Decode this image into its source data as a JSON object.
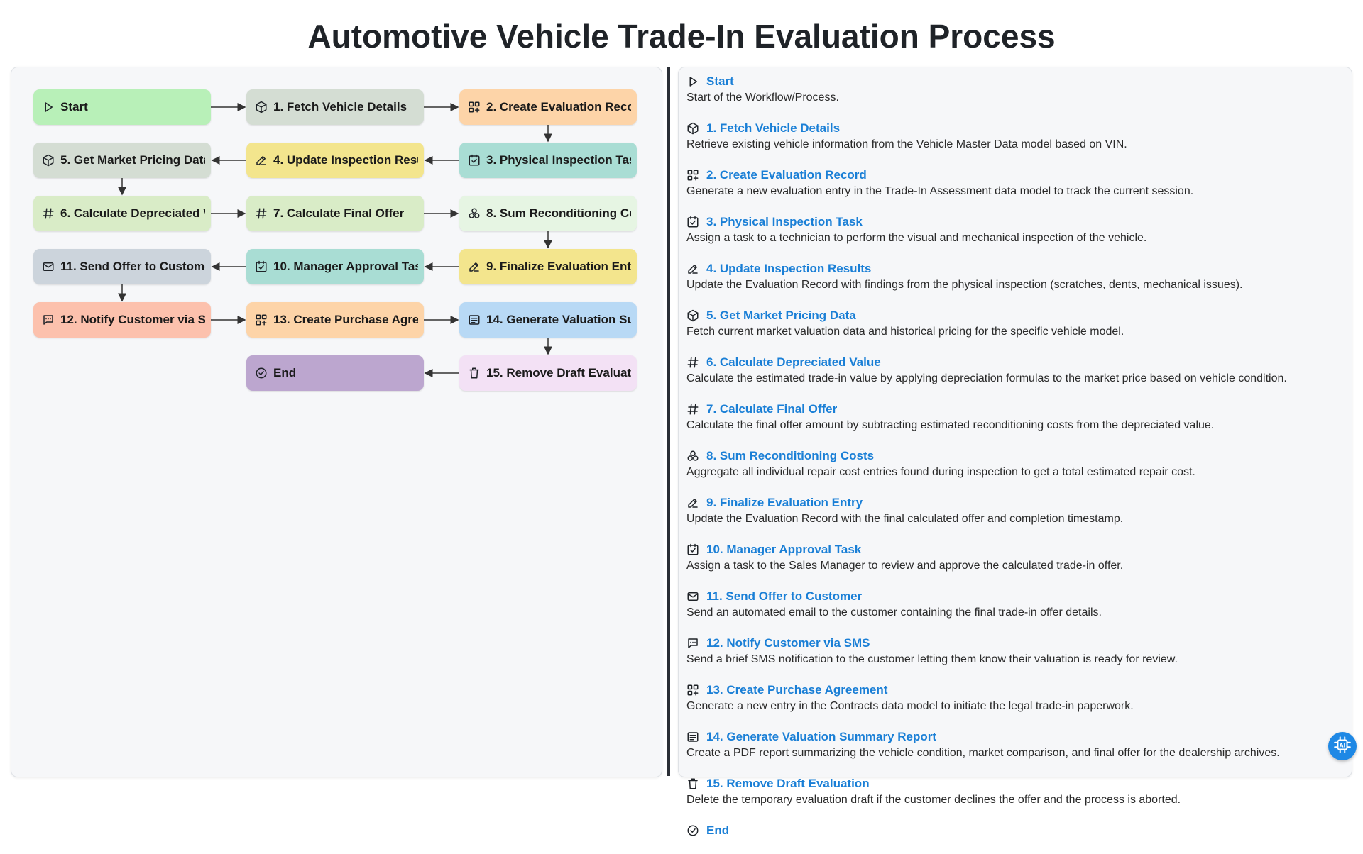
{
  "title": "Automotive Vehicle Trade-In Evaluation Process",
  "colors": {
    "link": "#1a7fd6",
    "green": "#b8f0b8",
    "grey_green": "#d4ddd3",
    "peach": "#fdd4a8",
    "teal": "#a9ddd4",
    "yellow": "#f3e58d",
    "light_green": "#d9ecc7",
    "mint": "#e6f5e3",
    "slate": "#ccd4dc",
    "salmon": "#fcc1ad",
    "light_blue": "#b8d9f5",
    "pink": "#f3e1f5",
    "purple": "#bca6cf",
    "accent": "#1e88e5"
  },
  "nodes": [
    {
      "id": "start",
      "label": "Start",
      "icon": "play-icon",
      "color": "#b8f0b8"
    },
    {
      "id": "n1",
      "label": "1. Fetch Vehicle Details",
      "icon": "cube-icon",
      "color": "#d4ddd3"
    },
    {
      "id": "n2",
      "label": "2. Create Evaluation Record",
      "icon": "grid-plus-icon",
      "color": "#fdd4a8"
    },
    {
      "id": "n3",
      "label": "3. Physical Inspection Task",
      "icon": "checkbox-icon",
      "color": "#a9ddd4"
    },
    {
      "id": "n4",
      "label": "4. Update Inspection Results",
      "icon": "edit-icon",
      "color": "#f3e58d"
    },
    {
      "id": "n5",
      "label": "5. Get Market Pricing Data",
      "icon": "cube-icon",
      "color": "#d4ddd3"
    },
    {
      "id": "n6",
      "label": "6. Calculate Depreciated Value",
      "icon": "hash-icon",
      "color": "#d9ecc7"
    },
    {
      "id": "n7",
      "label": "7. Calculate Final Offer",
      "icon": "hash-icon",
      "color": "#d9ecc7"
    },
    {
      "id": "n8",
      "label": "8. Sum Reconditioning Costs",
      "icon": "cluster-icon",
      "color": "#e6f5e3"
    },
    {
      "id": "n9",
      "label": "9. Finalize Evaluation Entry",
      "icon": "edit-icon",
      "color": "#f3e58d"
    },
    {
      "id": "n10",
      "label": "10. Manager Approval Task",
      "icon": "checkbox-icon",
      "color": "#a9ddd4"
    },
    {
      "id": "n11",
      "label": "11. Send Offer to Customer",
      "icon": "mail-icon",
      "color": "#ccd4dc"
    },
    {
      "id": "n12",
      "label": "12. Notify Customer via SMS",
      "icon": "chat-icon",
      "color": "#fcc1ad"
    },
    {
      "id": "n13",
      "label": "13. Create Purchase Agreement",
      "icon": "grid-plus-icon",
      "color": "#fdd4a8"
    },
    {
      "id": "n14",
      "label": "14. Generate Valuation Summary Report",
      "icon": "report-icon",
      "color": "#b8d9f5"
    },
    {
      "id": "n15",
      "label": "15. Remove Draft Evaluation",
      "icon": "trash-icon",
      "color": "#f3e1f5"
    },
    {
      "id": "end",
      "label": "End",
      "icon": "check-circle-icon",
      "color": "#bca6cf"
    }
  ],
  "steps": [
    {
      "title": "Start",
      "icon": "play-icon",
      "description": "Start of the Workflow/Process."
    },
    {
      "title": "1. Fetch Vehicle Details",
      "icon": "cube-icon",
      "description": "Retrieve existing vehicle information from the Vehicle Master Data model based on VIN."
    },
    {
      "title": "2. Create Evaluation Record",
      "icon": "grid-plus-icon",
      "description": "Generate a new evaluation entry in the Trade-In Assessment data model to track the current session."
    },
    {
      "title": "3. Physical Inspection Task",
      "icon": "checkbox-icon",
      "description": "Assign a task to a technician to perform the visual and mechanical inspection of the vehicle."
    },
    {
      "title": "4. Update Inspection Results",
      "icon": "edit-icon",
      "description": "Update the Evaluation Record with findings from the physical inspection (scratches, dents, mechanical issues)."
    },
    {
      "title": "5. Get Market Pricing Data",
      "icon": "cube-icon",
      "description": "Fetch current market valuation data and historical pricing for the specific vehicle model."
    },
    {
      "title": "6. Calculate Depreciated Value",
      "icon": "hash-icon",
      "description": "Calculate the estimated trade-in value by applying depreciation formulas to the market price based on vehicle condition."
    },
    {
      "title": "7. Calculate Final Offer",
      "icon": "hash-icon",
      "description": "Calculate the final offer amount by subtracting estimated reconditioning costs from the depreciated value."
    },
    {
      "title": "8. Sum Reconditioning Costs",
      "icon": "cluster-icon",
      "description": "Aggregate all individual repair cost entries found during inspection to get a total estimated repair cost."
    },
    {
      "title": "9. Finalize Evaluation Entry",
      "icon": "edit-icon",
      "description": "Update the Evaluation Record with the final calculated offer and completion timestamp."
    },
    {
      "title": "10. Manager Approval Task",
      "icon": "checkbox-icon",
      "description": "Assign a task to the Sales Manager to review and approve the calculated trade-in offer."
    },
    {
      "title": "11. Send Offer to Customer",
      "icon": "mail-icon",
      "description": "Send an automated email to the customer containing the final trade-in offer details."
    },
    {
      "title": "12. Notify Customer via SMS",
      "icon": "chat-icon",
      "description": "Send a brief SMS notification to the customer letting them know their valuation is ready for review."
    },
    {
      "title": "13. Create Purchase Agreement",
      "icon": "grid-plus-icon",
      "description": "Generate a new entry in the Contracts data model to initiate the legal trade-in paperwork."
    },
    {
      "title": "14. Generate Valuation Summary Report",
      "icon": "report-icon",
      "description": "Create a PDF report summarizing the vehicle condition, market comparison, and final offer for the dealership archives."
    },
    {
      "title": "15. Remove Draft Evaluation",
      "icon": "trash-icon",
      "description": "Delete the temporary evaluation draft if the customer declines the offer and the process is aborted."
    },
    {
      "title": "End",
      "icon": "check-circle-icon",
      "description": ""
    }
  ],
  "chip_button": {
    "icon": "ai-chip-icon"
  }
}
